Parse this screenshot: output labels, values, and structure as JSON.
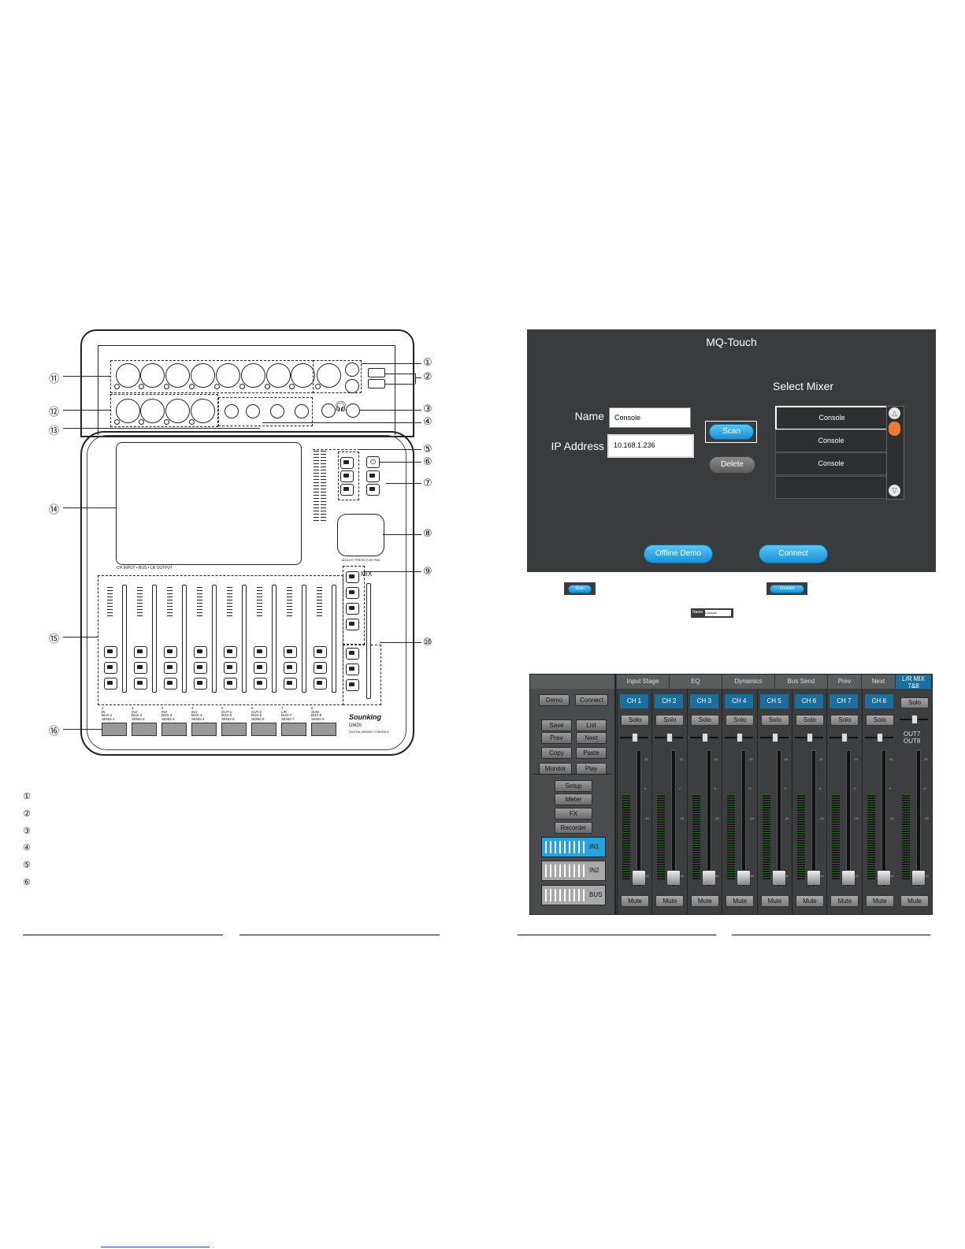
{
  "console": {
    "callouts_right": [
      "①",
      "②",
      "③",
      "④",
      "⑤",
      "⑥",
      "⑦",
      "⑧",
      "⑨",
      "⑩"
    ],
    "callouts_left": [
      "⑪",
      "⑫",
      "⑬",
      "⑭",
      "⑮",
      "⑯"
    ],
    "section_labels": {
      "ch_panel": "CH INPUT • BUS • LR OUTPUT",
      "adjust": "ADJUST PRESS FOR PAN",
      "mix": "MIX"
    },
    "strip_labels": [
      [
        "1",
        "IN",
        "BUS-1",
        "SEND-1"
      ],
      [
        "2",
        "IN2",
        "BUS-2",
        "SEND-2"
      ],
      [
        "3",
        "IN3",
        "BUS-3",
        "SEND-3"
      ],
      [
        "4",
        "IN4",
        "BUS-4",
        "SEND-4"
      ],
      [
        "5",
        "OUT-1",
        "BUS-5",
        "SEND-5"
      ],
      [
        "6",
        "OUT-2",
        "BUS-6",
        "SEND-6"
      ],
      [
        "7",
        "L/R",
        "BUS-7",
        "SEND-7"
      ],
      [
        "8",
        "SUM",
        "BUS-8",
        "SEND-8"
      ]
    ],
    "brand": "Sounking",
    "model": "DM20",
    "model_sub": "DIGITAL MIXING CONSOLE"
  },
  "list_left": [
    "①",
    "②",
    "③",
    "④",
    "⑤",
    "⑥"
  ],
  "mq_touch": {
    "title": "MQ-Touch",
    "select_mixer": "Select Mixer",
    "name_label": "Name",
    "name_value": "Console",
    "ip_label": "IP Address",
    "ip_value": "10.168.1.236",
    "scan": "Scan",
    "delete": "Delete",
    "mixers": [
      "Console",
      "Console",
      "Console",
      ""
    ],
    "offline_demo": "Offline Demo",
    "connect": "Connect"
  },
  "inline_icons": {
    "scan": "Scan",
    "connect": "Connect",
    "name_label": "Name",
    "name_value": "Console"
  },
  "mixer_ui": {
    "tabs": [
      "Input Stage",
      "EQ",
      "Dynamics",
      "Bus Send",
      "Prev",
      "Next"
    ],
    "lr_tab": "L/R MIX 7&8",
    "left_buttons": {
      "demo": "Demo",
      "connect": "Connect",
      "save": "Save",
      "list": "List",
      "prev": "Prev",
      "next": "Next",
      "copy": "Copy",
      "paste": "Paste",
      "monitor": "Monitor",
      "play": "Play",
      "setup": "Setup",
      "meter": "Meter",
      "fx": "FX",
      "recorder": "Recorder"
    },
    "banks": [
      "IN1",
      "IN2",
      "BUS"
    ],
    "channels": [
      "CH 1",
      "CH 2",
      "CH 3",
      "CH 4",
      "CH 5",
      "CH 6",
      "CH 7",
      "CH 8"
    ],
    "solo": "Solo",
    "mute": "Mute",
    "out_label_1": "OUT7",
    "out_label_2": "OUT8",
    "scale": [
      "10",
      "0",
      "-10",
      "-20"
    ]
  }
}
